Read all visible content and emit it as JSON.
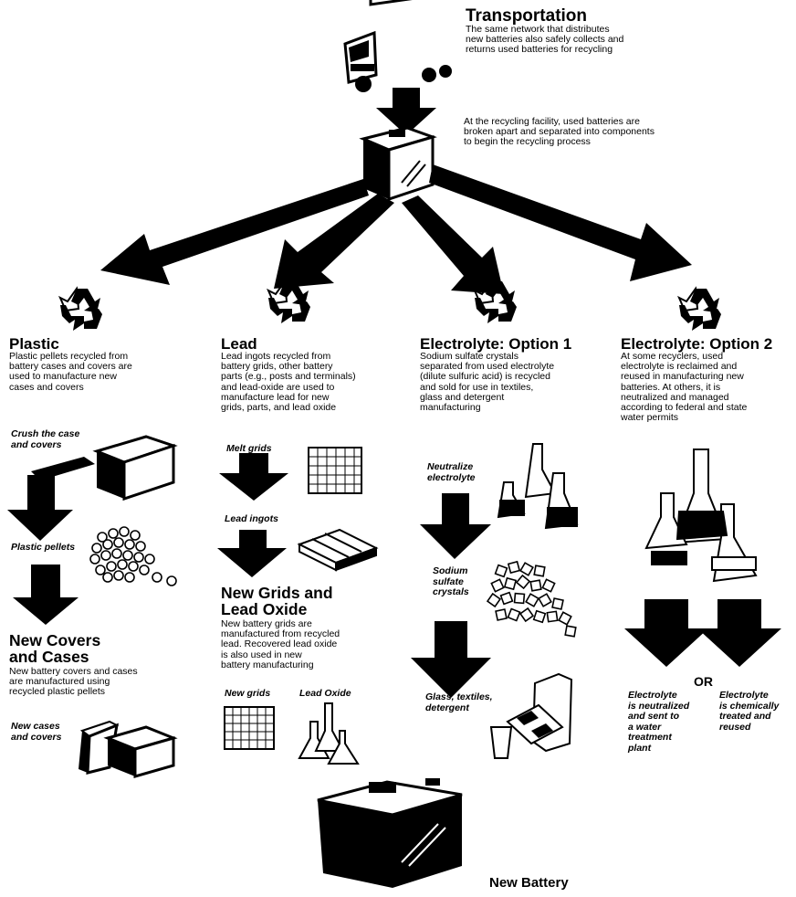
{
  "transportation": {
    "title": "Transportation",
    "text": "The same network that distributes\nnew batteries also safely collects and\nreturns  used batteries for recycling"
  },
  "facility_text": "At the recycling facility, used batteries are\nbroken apart and separated into components\nto begin the recycling process",
  "plastic": {
    "title": "Plastic",
    "text": "Plastic pellets recycled from\nbattery cases and covers are\nused to manufacture new\ncases and covers",
    "step1": "Crush the case\nand covers",
    "step2": "Plastic pellets",
    "product_title": "New Covers\nand Cases",
    "product_text": "New battery covers and cases\nare manufactured using\nrecycled plastic pellets",
    "step3": "New cases\nand covers"
  },
  "lead": {
    "title": "Lead",
    "text": "Lead ingots recycled from\nbattery grids, other battery\nparts (e.g., posts and terminals)\nand lead-oxide are used to\nmanufacture lead for new\ngrids, parts, and lead oxide",
    "step1": "Melt grids",
    "step2": "Lead ingots",
    "product_title": "New Grids and\nLead Oxide",
    "product_text": "New battery grids are\nmanufactured from recycled\nlead.  Recovered lead oxide\nis also used in new\nbattery manufacturing",
    "label_grids": "New grids",
    "label_oxide": "Lead Oxide"
  },
  "electrolyte1": {
    "title": "Electrolyte:  Option 1",
    "text": "Sodium sulfate crystals\nseparated from used electrolyte\n(dilute sulfuric acid) is recycled\nand sold for use in textiles,\nglass and detergent\nmanufacturing",
    "step1": "Neutralize\nelectrolyte",
    "step2": "Sodium\nsulfate\ncrystals",
    "step3": "Glass, textiles,\ndetergent"
  },
  "electrolyte2": {
    "title": "Electrolyte:  Option 2",
    "text": "At some recyclers, used\nelectrolyte is reclaimed and\nreused in manufacturing new\nbatteries.  At others, it is\nneutralized and managed\naccording to federal and state\nwater permits",
    "or": "OR",
    "left_text": "Electrolyte\nis neutralized\nand sent to\na water\ntreatment\nplant",
    "right_text": "Electrolyte\nis chemically\ntreated and\nreused"
  },
  "new_battery": "New Battery",
  "icons": [
    "truck-icon",
    "battery-icon",
    "recycle-icon",
    "grid-icon",
    "flask-icon",
    "pellets-icon",
    "crystals-icon"
  ]
}
